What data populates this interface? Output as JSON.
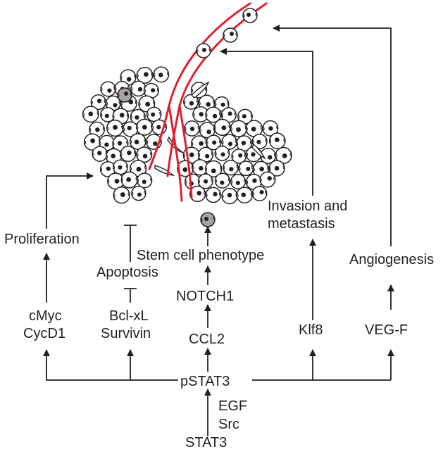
{
  "diagram": {
    "colors": {
      "vessel": "#e0202f",
      "ink": "#231f20",
      "stem_cell": "#a6a2a2"
    },
    "labels": {
      "proliferation": "Proliferation",
      "apoptosis": "Apoptosis",
      "stem_cell_phenotype": "Stem cell phenotype",
      "invasion_line1": "Invasion and",
      "invasion_line2": "metastasis",
      "angiogenesis": "Angiogenesis",
      "cmyc": "cMyc",
      "cycd1": "CycD1",
      "bclxl": "Bcl-xL",
      "survivin": "Survivin",
      "notch1": "NOTCH1",
      "ccl2": "CCL2",
      "klf8": "Klf8",
      "vegf": "VEG-F",
      "pstat3": "pSTAT3",
      "egf": "EGF",
      "src": "Src",
      "stat3": "STAT3"
    }
  }
}
